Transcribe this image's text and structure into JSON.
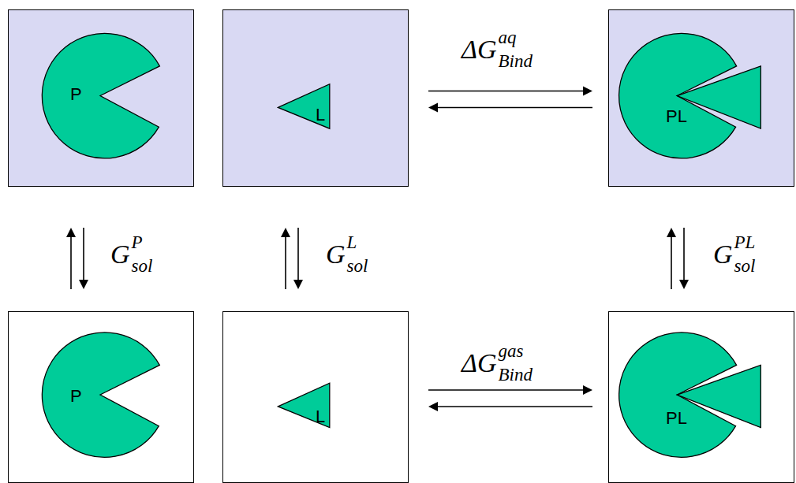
{
  "diagram": {
    "nodes": [
      {
        "text": [
          "P"
        ]
      },
      {
        "text": [
          "L"
        ]
      },
      {
        "text": [
          "PL"
        ]
      },
      {
        "text": [
          "P"
        ]
      },
      {
        "text": [
          "L"
        ]
      },
      {
        "text": [
          "PL"
        ]
      }
    ],
    "edges": [
      {
        "from": 1,
        "to": 2,
        "arrow": "both",
        "label": "ΔG"
      },
      {
        "from": 0,
        "to": 3,
        "arrow": "both",
        "label": "G"
      },
      {
        "from": 1,
        "to": 4,
        "arrow": "both",
        "label": "G"
      },
      {
        "from": 2,
        "to": 5,
        "arrow": "both",
        "label": "G"
      },
      {
        "from": 4,
        "to": 5,
        "arrow": "both",
        "label": "ΔG"
      }
    ],
    "labels": [
      "aq",
      "Bind",
      "P",
      "sol",
      "L",
      "sol",
      "PL",
      "sol",
      "gas",
      "Bind"
    ]
  }
}
